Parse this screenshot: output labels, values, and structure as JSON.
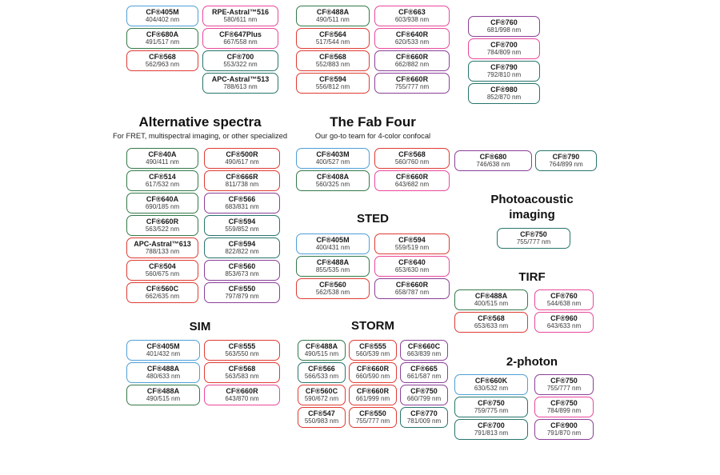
{
  "palette": {
    "blue": "#4f9fd8",
    "green": "#34794a",
    "teal": "#26756b",
    "red": "#df3b33",
    "pink": "#e9479a",
    "purple": "#8a3f98"
  },
  "sections": {
    "top_left": {
      "cols": [
        [
          {
            "name": "CF®405M",
            "value": "404/402 nm",
            "color": "blue"
          },
          {
            "name": "CF®680A",
            "value": "491/517 nm",
            "color": "green"
          },
          {
            "name": "CF®568",
            "value": "562/963 nm",
            "color": "red"
          }
        ],
        [
          {
            "name": "RPE-Astral™516",
            "value": "580/611 nm",
            "color": "pink"
          },
          {
            "name": "CF®647Plus",
            "value": "667/558 nm",
            "color": "pink"
          },
          {
            "name": "CF®700",
            "value": "553/322 nm",
            "color": "teal"
          },
          {
            "name": "APC-Astral™513",
            "value": "788/613 nm",
            "color": "teal"
          }
        ]
      ]
    },
    "top_mid": {
      "cols": [
        [
          {
            "name": "CF®488A",
            "value": "490/511 nm",
            "color": "green"
          },
          {
            "name": "CF®564",
            "value": "517/544 nm",
            "color": "red"
          },
          {
            "name": "CF®568",
            "value": "552/883 nm",
            "color": "red"
          },
          {
            "name": "CF®594",
            "value": "556/812 nm",
            "color": "red"
          }
        ],
        [
          {
            "name": "CF®663",
            "value": "603/938 nm",
            "color": "pink"
          },
          {
            "name": "CF®640R",
            "value": "620/533 nm",
            "color": "pink"
          },
          {
            "name": "CF®660R",
            "value": "662/882 nm",
            "color": "purple"
          },
          {
            "name": "CF®660R",
            "value": "755/777 nm",
            "color": "purple"
          }
        ]
      ]
    },
    "top_right": {
      "cols": [
        [
          {
            "name": "CF®760",
            "value": "681/998 nm",
            "color": "purple"
          },
          {
            "name": "CF®700",
            "value": "784/809 nm",
            "color": "pink"
          },
          {
            "name": "CF®790",
            "value": "792/810 nm",
            "color": "teal"
          },
          {
            "name": "CF®980",
            "value": "852/870 nm",
            "color": "teal"
          }
        ]
      ]
    },
    "alternative": {
      "title": "Alternative spectra",
      "subtitle": "For FRET, multispectral imaging, or other specialized",
      "cols": [
        [
          {
            "name": "CF®40A",
            "value": "490/411 nm",
            "color": "green"
          },
          {
            "name": "CF®514",
            "value": "617/532 nm",
            "color": "green"
          },
          {
            "name": "CF®640A",
            "value": "690/185 nm",
            "color": "green"
          },
          {
            "name": "CF®660R",
            "value": "563/522 nm",
            "color": "green"
          },
          {
            "name": "APC-Astral™613",
            "value": "788/133 nm",
            "color": "red"
          },
          {
            "name": "CF®504",
            "value": "560/675 nm",
            "color": "red"
          },
          {
            "name": "CF®560C",
            "value": "662/635 nm",
            "color": "red"
          }
        ],
        [
          {
            "name": "CF®500R",
            "value": "490/617 nm",
            "color": "red"
          },
          {
            "name": "CF®666R",
            "value": "811/738 nm",
            "color": "red"
          },
          {
            "name": "CF®566",
            "value": "683/831 nm",
            "color": "purple"
          },
          {
            "name": "CF®594",
            "value": "559/852 nm",
            "color": "teal"
          },
          {
            "name": "CF®594",
            "value": "822/822 nm",
            "color": "teal"
          },
          {
            "name": "CF®560",
            "value": "853/673 nm",
            "color": "purple"
          },
          {
            "name": "CF®550",
            "value": "797/879 nm",
            "color": "purple"
          }
        ]
      ]
    },
    "fab_four": {
      "title": "The Fab Four",
      "subtitle": "Our go-to team for 4-color confocal",
      "cols": [
        [
          {
            "name": "CF®403M",
            "value": "400/527 nm",
            "color": "blue"
          },
          {
            "name": "CF®408A",
            "value": "560/325 nm",
            "color": "green"
          }
        ],
        [
          {
            "name": "CF®568",
            "value": "560/760 nm",
            "color": "red"
          },
          {
            "name": "CF®660R",
            "value": "643/682 nm",
            "color": "pink"
          }
        ]
      ]
    },
    "sted": {
      "title": "STED",
      "cols": [
        [
          {
            "name": "CF®405M",
            "value": "400/431 nm",
            "color": "blue"
          },
          {
            "name": "CF®488A",
            "value": "855/535 nm",
            "color": "green"
          },
          {
            "name": "CF®560",
            "value": "562/538 nm",
            "color": "red"
          }
        ],
        [
          {
            "name": "CF®594",
            "value": "559/519 nm",
            "color": "red"
          },
          {
            "name": "CF®640",
            "value": "653/630 nm",
            "color": "pink"
          },
          {
            "name": "CF®660R",
            "value": "658/787 nm",
            "color": "purple"
          }
        ]
      ]
    },
    "sim": {
      "title": "SIM",
      "cols": [
        [
          {
            "name": "CF®405M",
            "value": "401/432 nm",
            "color": "blue"
          },
          {
            "name": "CF®488A",
            "value": "480/633 nm",
            "color": "blue"
          },
          {
            "name": "CF®488A",
            "value": "490/515 nm",
            "color": "green"
          }
        ],
        [
          {
            "name": "CF®555",
            "value": "563/550 nm",
            "color": "red"
          },
          {
            "name": "CF®568",
            "value": "563/583 nm",
            "color": "red"
          },
          {
            "name": "CF®660R",
            "value": "643/870 nm",
            "color": "pink"
          }
        ]
      ]
    },
    "storm": {
      "title": "STORM",
      "cols": [
        [
          {
            "name": "CF®488A",
            "value": "490/515 nm",
            "color": "green"
          },
          {
            "name": "CF®566",
            "value": "566/533 nm",
            "color": "teal"
          },
          {
            "name": "CF®560C",
            "value": "590/672 nm",
            "color": "red"
          },
          {
            "name": "CF®547",
            "value": "550/983 nm",
            "color": "red"
          }
        ],
        [
          {
            "name": "CF®555",
            "value": "560/539 nm",
            "color": "red"
          },
          {
            "name": "CF®660R",
            "value": "660/590 nm",
            "color": "red"
          },
          {
            "name": "CF®660R",
            "value": "661/999 nm",
            "color": "red"
          },
          {
            "name": "CF®550",
            "value": "755/777 nm",
            "color": "red"
          }
        ],
        [
          {
            "name": "CF®660C",
            "value": "663/839 nm",
            "color": "purple"
          },
          {
            "name": "CF®665",
            "value": "661/587 nm",
            "color": "purple"
          },
          {
            "name": "CF®750",
            "value": "660/799 nm",
            "color": "purple"
          },
          {
            "name": "CF®770",
            "value": "781/009 nm",
            "color": "teal"
          }
        ]
      ]
    },
    "nir_pair": {
      "cols": [
        [
          {
            "name": "CF®680",
            "value": "746/638 nm",
            "color": "purple"
          }
        ],
        [
          {
            "name": "CF®790",
            "value": "764/899 nm",
            "color": "teal"
          }
        ]
      ]
    },
    "photoacoustic": {
      "title": "Photoacoustic imaging",
      "cols": [
        [
          {
            "name": "CF®750",
            "value": "755/777 nm",
            "color": "teal"
          }
        ]
      ]
    },
    "tirf": {
      "title": "TIRF",
      "cols": [
        [
          {
            "name": "CF®488A",
            "value": "400/515 nm",
            "color": "green"
          },
          {
            "name": "CF®568",
            "value": "653/633 nm",
            "color": "red"
          }
        ],
        [
          {
            "name": "CF®760",
            "value": "544/638 nm",
            "color": "pink"
          },
          {
            "name": "CF®960",
            "value": "643/633 nm",
            "color": "pink"
          }
        ]
      ]
    },
    "two_photon": {
      "title": "2-photon",
      "cols": [
        [
          {
            "name": "CF®660K",
            "value": "630/532 nm",
            "color": "blue"
          },
          {
            "name": "CF®750",
            "value": "759/775 nm",
            "color": "teal"
          },
          {
            "name": "CF®700",
            "value": "791/813 nm",
            "color": "teal"
          }
        ],
        [
          {
            "name": "CF®750",
            "value": "755/777 nm",
            "color": "purple"
          },
          {
            "name": "CF®750",
            "value": "784/899 nm",
            "color": "pink"
          },
          {
            "name": "CF®900",
            "value": "791/870 nm",
            "color": "purple"
          }
        ]
      ]
    }
  }
}
